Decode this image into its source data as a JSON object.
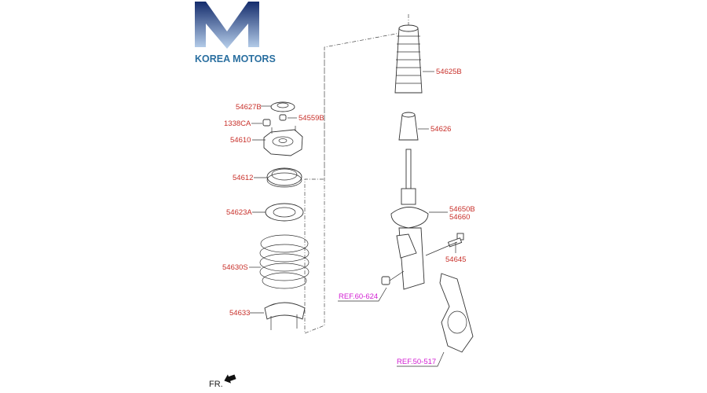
{
  "logo": {
    "brand": "KOREA MOTORS",
    "colors": {
      "primary": "#1a3a7a",
      "text": "#2a6fa0"
    }
  },
  "parts": {
    "p54627B": "54627B",
    "p54559B": "54559B",
    "p1338CA": "1338CA",
    "p54610": "54610",
    "p54612": "54612",
    "p54623A": "54623A",
    "p54630S": "54630S",
    "p54633": "54633",
    "p54625B": "54625B",
    "p54626": "54626",
    "p54650B": "54650B",
    "p54660": "54660",
    "p54645": "54645"
  },
  "references": {
    "ref1": "REF.60-624",
    "ref2": "REF.50-517"
  },
  "direction": {
    "label": "FR."
  },
  "colors": {
    "part_label": "#c8302a",
    "reference": "#d21ed2"
  }
}
